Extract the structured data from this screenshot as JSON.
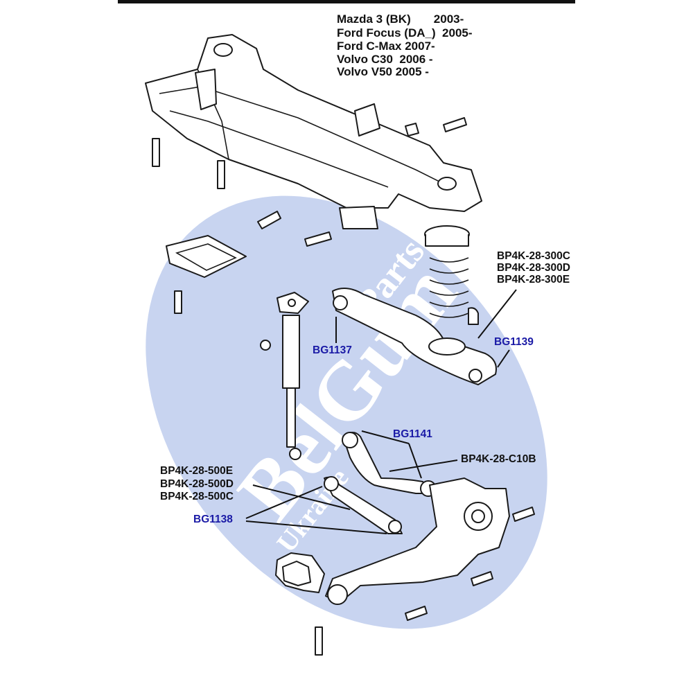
{
  "header": {
    "lines": [
      "Mazda 3 (BK)       2003-",
      "Ford Focus (DA_)  2005-",
      "Ford C-Max 2007-",
      "Volvo C30  2006 -",
      "Volvo V50 2005 -"
    ]
  },
  "watermark": {
    "brand": "BelGum",
    "word_parts": "Parts",
    "word_country": "Ukraine",
    "color": "#c8d4f0"
  },
  "labels": {
    "spring_numbers": [
      "BP4K-28-300C",
      "BP4K-28-300D",
      "BP4K-28-300E"
    ],
    "bg1137": "BG1137",
    "bg1139": "BG1139",
    "bg1141": "BG1141",
    "c10b": "BP4K-28-C10B",
    "arm_numbers": [
      "BP4K-28-500E",
      "BP4K-28-500D",
      "BP4K-28-500C"
    ],
    "bg1138": "BG1138"
  },
  "colors": {
    "bushing_code": "#1a1aa6",
    "part_number": "#111111",
    "top_rule": "#111111"
  }
}
